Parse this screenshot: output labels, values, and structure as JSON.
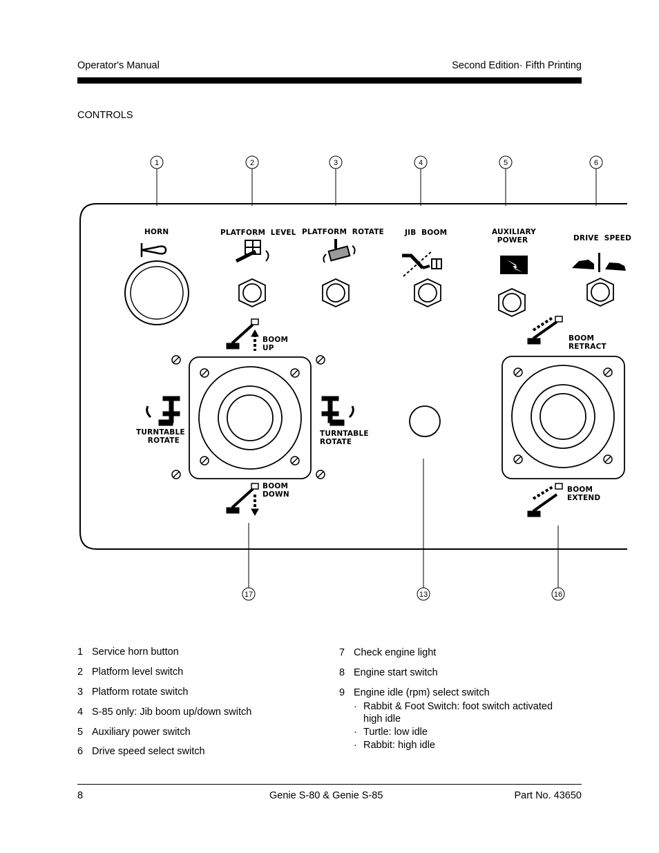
{
  "header": {
    "left": "Operator's Manual",
    "right": "Second Edition· Fifth Printing"
  },
  "section_title": "CONTROLS",
  "callouts": {
    "top": [
      "1",
      "2",
      "3",
      "4",
      "5",
      "6"
    ],
    "bottom": [
      "17",
      "13",
      "16"
    ]
  },
  "panel": {
    "horn": "HORN",
    "platform_level": "PLATFORM  LEVEL",
    "platform_rotate": "PLATFORM  ROTATE",
    "jib_boom": "JIB  BOOM",
    "aux_power_1": "AUXILIARY",
    "aux_power_2": "POWER",
    "drive_speed": "DRIVE  SPEED",
    "boom_up_1": "BOOM",
    "boom_up_2": "UP",
    "boom_down_1": "BOOM",
    "boom_down_2": "DOWN",
    "tt_left_1": "TURNTABLE",
    "tt_left_2": "ROTATE",
    "tt_right_1": "TURNTABLE",
    "tt_right_2": "ROTATE",
    "boom_retract_1": "BOOM",
    "boom_retract_2": "RETRACT",
    "boom_extend_1": "BOOM",
    "boom_extend_2": "EXTEND"
  },
  "legend_left": [
    {
      "num": "1",
      "text": "Service horn button"
    },
    {
      "num": "2",
      "text": "Platform level switch"
    },
    {
      "num": "3",
      "text": "Platform rotate switch"
    },
    {
      "num": "4",
      "text": "S-85 only: Jib boom up/down switch"
    },
    {
      "num": "5",
      "text": "Auxiliary power switch"
    },
    {
      "num": "6",
      "text": "Drive speed select switch"
    }
  ],
  "legend_right": [
    {
      "num": "7",
      "text": "Check engine light"
    },
    {
      "num": "8",
      "text": "Engine start switch"
    },
    {
      "num": "9",
      "text": "Engine idle (rpm) select switch"
    }
  ],
  "legend_right_sub": [
    {
      "bullet": "·",
      "line1": "Rabbit & Foot Switch: foot switch activated",
      "line2": "high idle"
    },
    {
      "bullet": "·",
      "line1": "Turtle: low idle",
      "line2": ""
    },
    {
      "bullet": "·",
      "line1": "Rabbit: high idle",
      "line2": ""
    }
  ],
  "footer": {
    "page": "8",
    "model": "Genie S-80 & Genie S-85",
    "part": "Part No. 43650"
  }
}
